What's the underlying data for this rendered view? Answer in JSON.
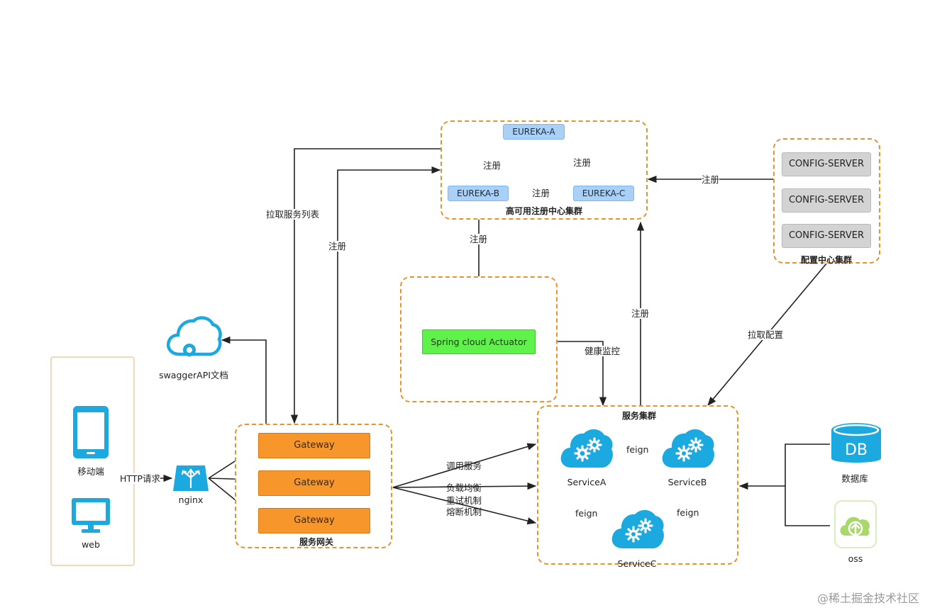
{
  "clusters": {
    "registry": "高可用注册中心集群",
    "config": "配置中心集群",
    "gateway": "服务网关",
    "services": "服务集群"
  },
  "eureka": {
    "a": "EUREKA-A",
    "b": "EUREKA-B",
    "c": "EUREKA-C"
  },
  "config_servers": [
    "CONFIG-SERVER",
    "CONFIG-SERVER",
    "CONFIG-SERVER"
  ],
  "gateways": [
    "Gateway",
    "Gateway",
    "Gateway"
  ],
  "actuator": "Spring cloud  Actuator",
  "services": {
    "a": "ServiceA",
    "b": "ServiceB",
    "c": "ServiceC"
  },
  "clients": {
    "mobile": "移动端",
    "web": "web"
  },
  "nodes": {
    "nginx": "nginx",
    "swagger": "swaggerAPI文档",
    "db": "数据库",
    "db_icon_text": "DB",
    "oss": "oss"
  },
  "edge_labels": {
    "register": "注册",
    "pull_service_list": "拉取服务列表",
    "http_request": "HTTP请求",
    "health_monitor": "健康监控",
    "pull_config": "拉取配置",
    "invoke_service": "调用服务",
    "load_balance": "负载均衡",
    "retry": "重试机制",
    "circuit_break": "熔断机制",
    "feign": "feign"
  },
  "watermark": "@稀土掘金技术社区",
  "colors": {
    "cluster_border": "#e8922c",
    "eureka_fill": "#a9d1f7",
    "gateway_fill": "#f7962b",
    "actuator_fill": "#5ef24a",
    "config_fill": "#d3d3d3",
    "icon_blue": "#1ba9e0",
    "oss_green": "#a8d86a"
  }
}
